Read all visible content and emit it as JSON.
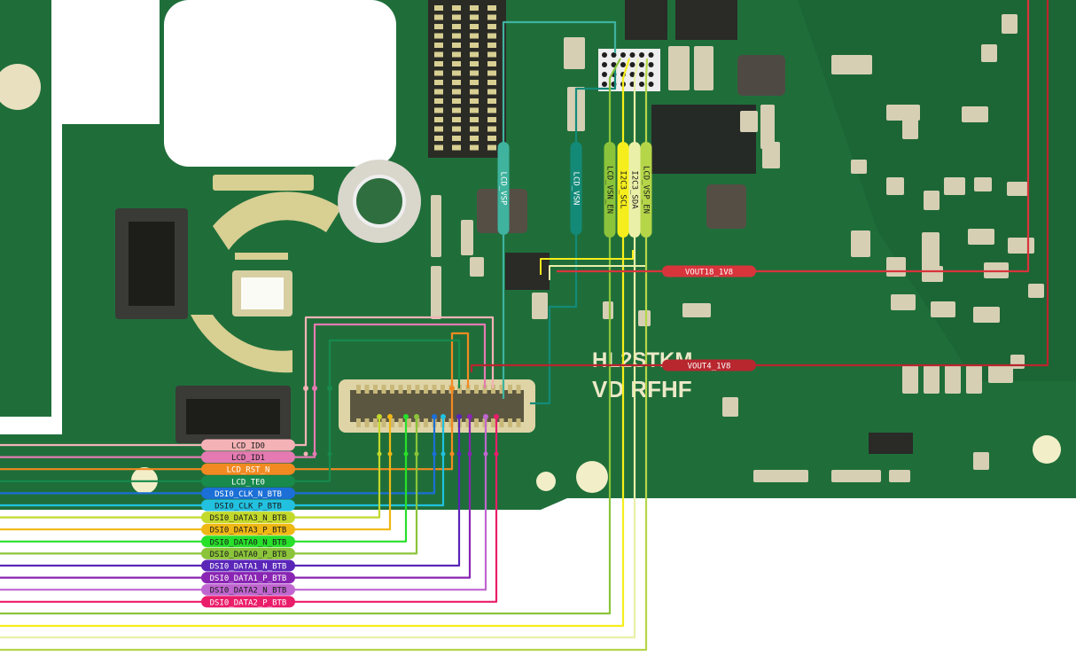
{
  "colors": {
    "board": "#1f6e3a",
    "board_dark": "#165a2e",
    "trace": "#2c8447",
    "pad_gold": "#d8cf93",
    "silk": "#ece9c7"
  },
  "silkscreen": {
    "line1": "HL2STKM",
    "line2": "VD RFHF"
  },
  "bottom_signals": [
    {
      "id": "lcd_id0",
      "label": "LCD_ID0",
      "color": "#f4b2b6"
    },
    {
      "id": "lcd_id1",
      "label": "LCD_ID1",
      "color": "#e47ab1"
    },
    {
      "id": "lcd_rst_n",
      "label": "LCD_RST_N",
      "color": "#f28a22"
    },
    {
      "id": "lcd_te0",
      "label": "LCD_TE0",
      "color": "#178a4c"
    },
    {
      "id": "dsi0_clk_n",
      "label": "DSI0_CLK_N_BTB",
      "color": "#1b6fd6"
    },
    {
      "id": "dsi0_clk_p",
      "label": "DSI0_CLK_P_BTB",
      "color": "#22c1e0"
    },
    {
      "id": "dsi0_data3_n",
      "label": "DSI0_DATA3_N_BTB",
      "color": "#c3d92b"
    },
    {
      "id": "dsi0_data3_p",
      "label": "DSI0_DATA3_P_BTB",
      "color": "#f0b814"
    },
    {
      "id": "dsi0_data0_n",
      "label": "DSI0_DATA0_N_BTB",
      "color": "#27e02a"
    },
    {
      "id": "dsi0_data0_p",
      "label": "DSI0_DATA0_P_BTB",
      "color": "#8bc43a"
    },
    {
      "id": "dsi0_data1_n",
      "label": "DSI0_DATA1_N_BTB",
      "color": "#5a26b8"
    },
    {
      "id": "dsi0_data1_p",
      "label": "DSI0_DATA1_P_BTB",
      "color": "#8a25b3"
    },
    {
      "id": "dsi0_data2_n",
      "label": "DSI0_DATA2_N_BTB",
      "color": "#c066d0"
    },
    {
      "id": "dsi0_data2_p",
      "label": "DSI0_DATA2_P_BTB",
      "color": "#ea1d6a"
    }
  ],
  "vertical_signals": [
    {
      "id": "lcd_vsp",
      "label": "LCD_VSP",
      "color": "#3fb39e"
    },
    {
      "id": "lcd_vsn",
      "label": "LCD_VSN",
      "color": "#138a78"
    },
    {
      "id": "lcd_vsn_en",
      "label": "LCD_VSN_EN",
      "color": "#8bc43a"
    },
    {
      "id": "i2c3_scl",
      "label": "I2C3_SCL",
      "color": "#f6ee1c"
    },
    {
      "id": "i2c3_sda",
      "label": "I2C3_SDA",
      "color": "#eaf0a8"
    },
    {
      "id": "lcd_vsp_en",
      "label": "LCD_VSP_EN",
      "color": "#b5d649"
    }
  ],
  "power_rails": [
    {
      "id": "vout18",
      "label": "VOUT18_1V8",
      "color": "#d8343c"
    },
    {
      "id": "vout4",
      "label": "VOUT4_1V8",
      "color": "#b8262e"
    }
  ]
}
